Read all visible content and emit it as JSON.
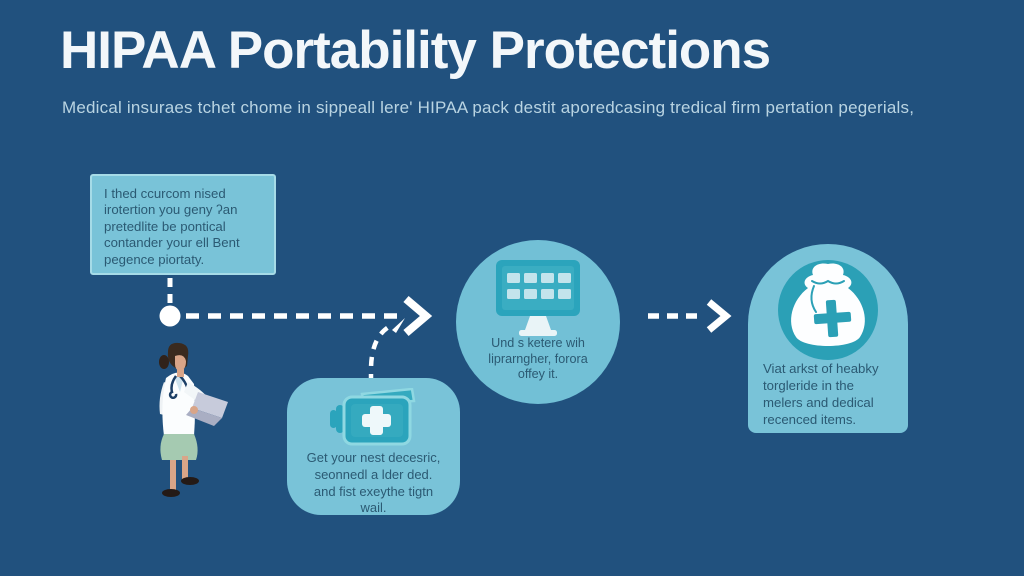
{
  "colors": {
    "background": "#21517e",
    "panel": "#79c3d8",
    "panel_border": "#a6dbe7",
    "icon_teal": "#2ba4bc",
    "icon_teal_dark": "#2ba0b6",
    "panel_text": "#2b5a73",
    "title": "#f3f7fa",
    "subtitle": "#b9d4e2",
    "connector": "#ffffff"
  },
  "header": {
    "title": "HIPAA Portability Protections",
    "subtitle": "Medical insuraes tchet chome in sippeall lere' HIPAA pack destit aporedcasing tredical firm pertation pegerials,"
  },
  "steps": {
    "note_box": {
      "lines": [
        "I thed ccurcom nised",
        "irotertion you geny ʔan",
        "pretedlite be pontical",
        "contander your ell Bent",
        "pegence piortaty."
      ]
    },
    "circle_step": {
      "icon": "computer-monitor-icon",
      "lines": [
        "Und s ketere wih",
        "liprarngher, forora",
        "offey it."
      ]
    },
    "aid_box": {
      "icon": "first-aid-kit-icon",
      "lines": [
        "Get your nest decesric,",
        "seonnedl a lder ded.",
        "and fist exeythe tigtn",
        "wail."
      ]
    },
    "money_box": {
      "icon": "money-bag-icon",
      "lines": [
        "Viat arkst of heabky",
        "torgleride in the",
        "melers and dedical",
        "recenced items."
      ]
    }
  },
  "illustration": "female-doctor-with-laptop"
}
